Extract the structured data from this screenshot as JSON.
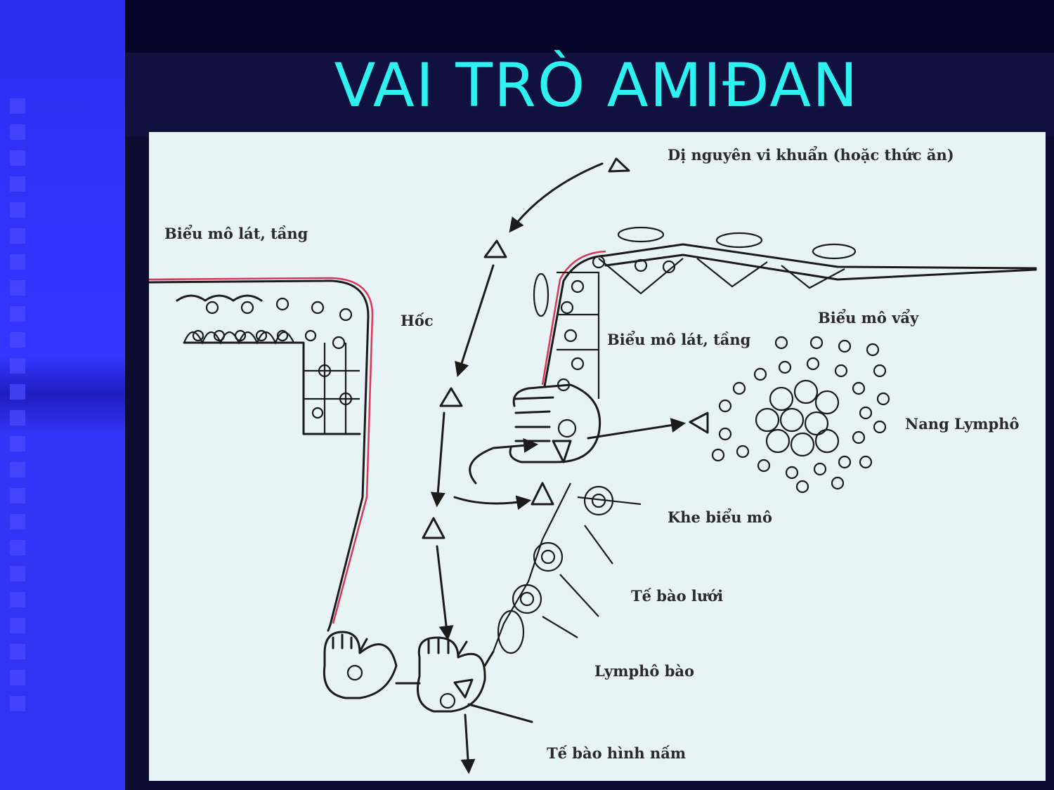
{
  "slide": {
    "title": "VAI TRÒ AMIĐAN"
  },
  "diagram": {
    "labels": {
      "antigen": "Dị nguyên vi khuẩn (hoặc thức ăn)",
      "stratified_epithelium_left": "Biểu mô lát, tầng",
      "cavity": "Hốc",
      "squamous_epithelium": "Biểu mô vẩy",
      "stratified_epithelium_right": "Biểu mô lát, tầng",
      "lymphoid_follicle": "Nang Lymphô",
      "epithelial_cleft": "Khe biểu mô",
      "reticular_cell": "Tế bào lưới",
      "lymphocyte": "Lymphô bào",
      "mushroom_cell": "Tế bào hình nấm"
    },
    "colors": {
      "ink": "#1b1b1b",
      "surface_line": "#d9365a",
      "paper": "#e7f3f5"
    }
  }
}
